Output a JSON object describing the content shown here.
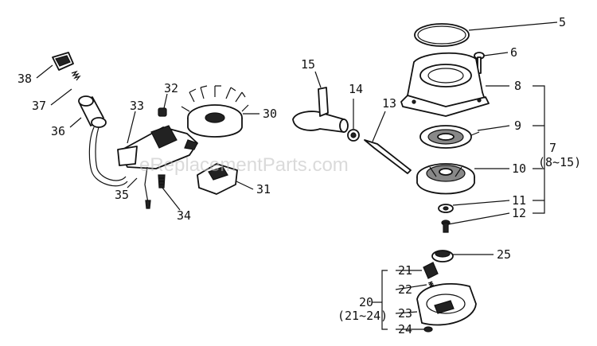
{
  "watermark": "eReplacementParts.com",
  "callouts": {
    "c5": "5",
    "c6": "6",
    "c8": "8",
    "c9": "9",
    "c7": "7",
    "c7range": "(8~15)",
    "c10": "10",
    "c11": "11",
    "c12": "12",
    "c13": "13",
    "c14": "14",
    "c15": "15",
    "c25": "25",
    "c20": "20",
    "c20range": "(21~24)",
    "c21": "21",
    "c22": "22",
    "c23": "23",
    "c24": "24",
    "c30": "30",
    "c31": "31",
    "c32": "32",
    "c33": "33",
    "c34": "34",
    "c35": "35",
    "c36": "36",
    "c37": "37",
    "c38": "38"
  }
}
